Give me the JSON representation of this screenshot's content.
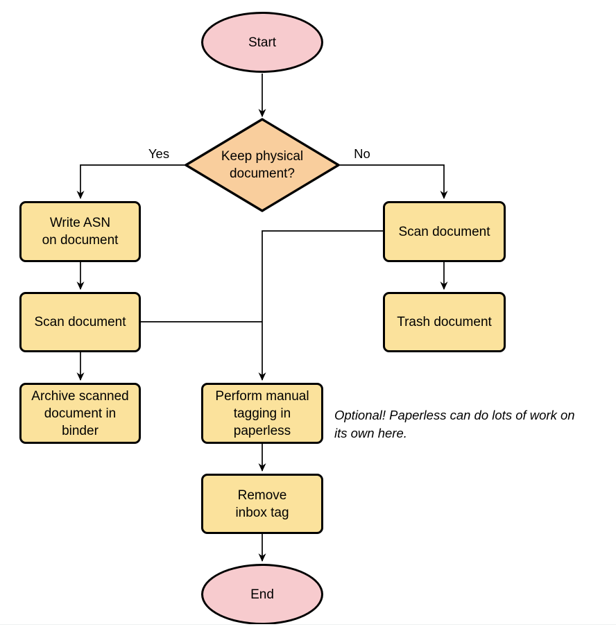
{
  "diagram": {
    "type": "flowchart",
    "nodes": {
      "start": {
        "label": "Start",
        "shape": "terminator"
      },
      "decision": {
        "label": "Keep physical\ndocument?",
        "shape": "decision"
      },
      "write_asn": {
        "label": "Write ASN\non document",
        "shape": "process"
      },
      "scan_left": {
        "label": "Scan document",
        "shape": "process"
      },
      "archive": {
        "label": "Archive scanned\ndocument in\nbinder",
        "shape": "process"
      },
      "scan_right": {
        "label": "Scan document",
        "shape": "process"
      },
      "trash": {
        "label": "Trash document",
        "shape": "process"
      },
      "tagging": {
        "label": "Perform manual\ntagging in\npaperless",
        "shape": "process"
      },
      "remove_inbox": {
        "label": "Remove\ninbox tag",
        "shape": "process"
      },
      "end": {
        "label": "End",
        "shape": "terminator"
      }
    },
    "edges": [
      {
        "from": "start",
        "to": "decision",
        "label": ""
      },
      {
        "from": "decision",
        "to": "write_asn",
        "label": "Yes"
      },
      {
        "from": "decision",
        "to": "scan_right",
        "label": "No"
      },
      {
        "from": "write_asn",
        "to": "scan_left",
        "label": ""
      },
      {
        "from": "scan_left",
        "to": "archive",
        "label": ""
      },
      {
        "from": "scan_left",
        "to": "tagging",
        "label": ""
      },
      {
        "from": "scan_right",
        "to": "trash",
        "label": ""
      },
      {
        "from": "scan_right",
        "to": "tagging",
        "label": ""
      },
      {
        "from": "tagging",
        "to": "remove_inbox",
        "label": ""
      },
      {
        "from": "remove_inbox",
        "to": "end",
        "label": ""
      }
    ],
    "annotation": "Optional! Paperless can do lots of work on\nits own here.",
    "colors": {
      "terminator_fill": "#f7cbce",
      "decision_fill": "#f9ce9d",
      "process_fill": "#fbe29c",
      "stroke": "#000000"
    }
  }
}
